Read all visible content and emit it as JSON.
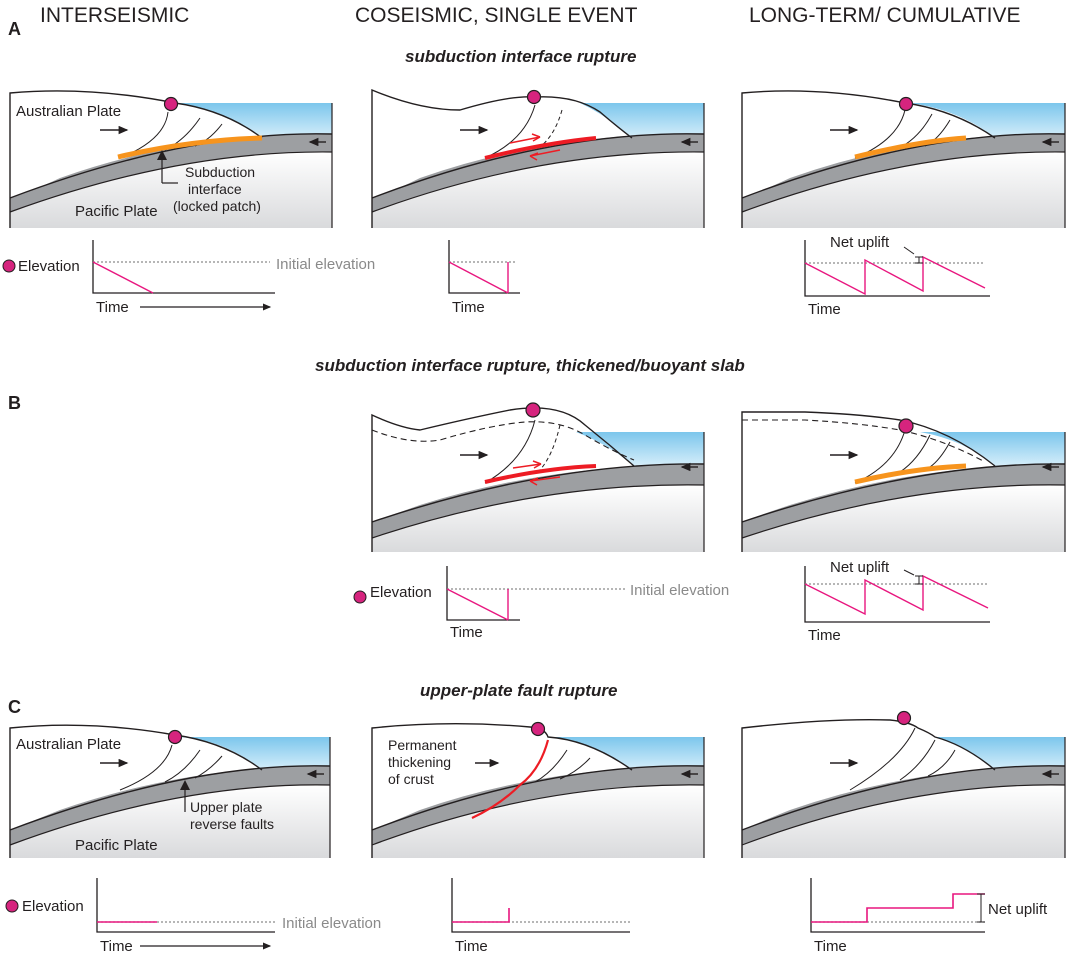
{
  "columns": {
    "interseismic": "INTERSEISMIC",
    "coseismic": "COSEISMIC, SINGLE EVENT",
    "cumulative": "LONG-TERM/ CUMULATIVE"
  },
  "rows": {
    "a": {
      "letter": "A",
      "title": "subduction interface rupture"
    },
    "b": {
      "letter": "B",
      "title": "subduction interface rupture, thickened/buoyant slab"
    },
    "c": {
      "letter": "C",
      "title": "upper-plate fault rupture"
    }
  },
  "labels": {
    "australian_plate": "Australian Plate",
    "pacific_plate": "Pacific Plate",
    "subduction_interface": [
      "Subduction",
      "interface",
      "(locked patch)"
    ],
    "upper_plate_faults": [
      "Upper plate",
      "reverse faults"
    ],
    "permanent_thickening": [
      "Permanent",
      "thickening",
      "of crust"
    ],
    "elevation": "Elevation",
    "initial_elevation": "Initial elevation",
    "time": "Time",
    "net_uplift": "Net uplift"
  },
  "colors": {
    "sea": "#a9dcf3",
    "slab": "#9d9fa2",
    "mantle": "#eeeeef",
    "locked_patch": "#f7941d",
    "rupture": "#ed1c24",
    "marker": "#d6247e",
    "elevation_line": "#e8177f",
    "reference_line": "#8a8a8a"
  }
}
